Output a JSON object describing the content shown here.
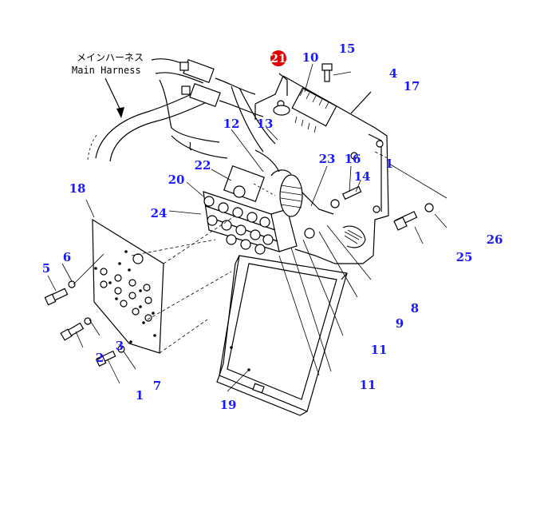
{
  "harness_label": {
    "japanese": "メインハーネス",
    "english": "Main Harness"
  },
  "highlight": {
    "number": "21",
    "color": "#e00000"
  },
  "callout_color": "#1a1aff",
  "callouts": {
    "c1a": "1",
    "c1b": "1",
    "c2": "2",
    "c3": "3",
    "c4": "4",
    "c5": "5",
    "c6": "6",
    "c7": "7",
    "c8": "8",
    "c9": "9",
    "c10": "10",
    "c11a": "11",
    "c11b": "11",
    "c12": "12",
    "c13": "13",
    "c14": "14",
    "c15": "15",
    "c16": "16",
    "c17": "17",
    "c18": "18",
    "c19": "19",
    "c20": "20",
    "c22": "22",
    "c23": "23",
    "c24": "24",
    "c25": "25",
    "c26": "26"
  }
}
